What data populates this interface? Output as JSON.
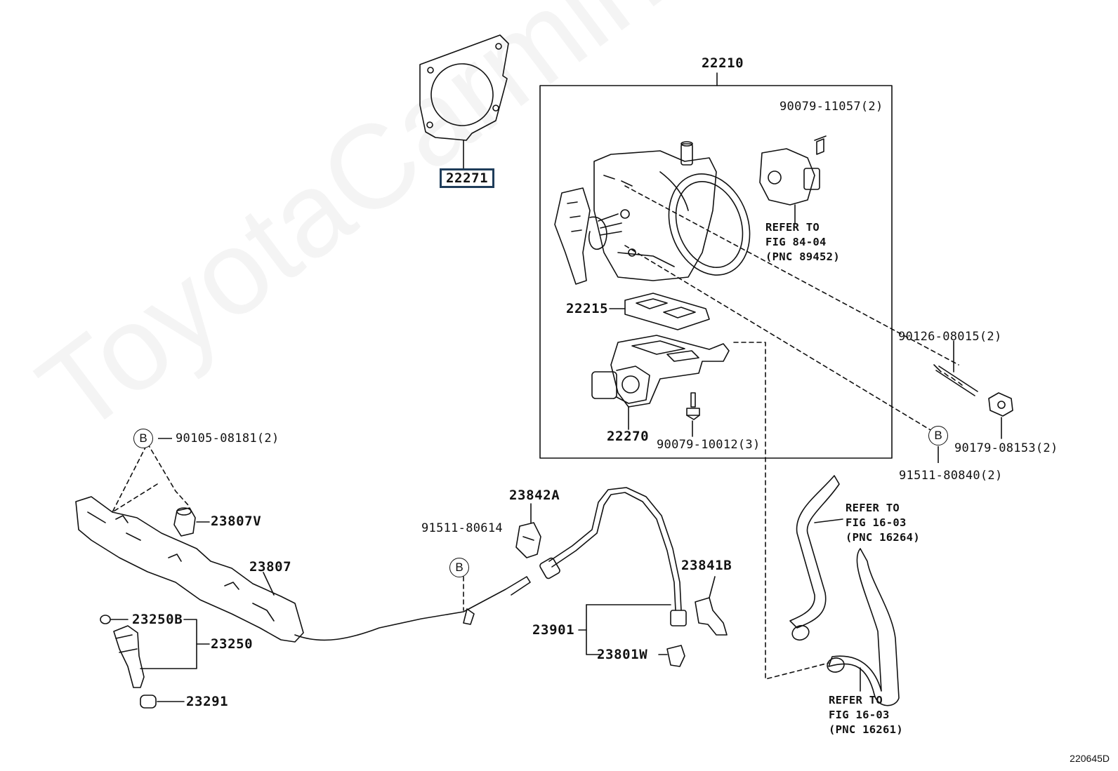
{
  "watermark": "ToyotaCarmine.ru",
  "figure_id": "220645D",
  "labels": {
    "p22271": "22271",
    "p22210": "22210",
    "p90079_11057": "90079-11057(2)",
    "p22215": "22215",
    "p22270": "22270",
    "p90079_10012": "90079-10012(3)",
    "p90126_08015": "90126-08015(2)",
    "p90179_08153": "90179-08153(2)",
    "p91511_80840": "91511-80840(2)",
    "p90105_08181": "90105-08181(2)",
    "p23807V": "23807V",
    "p23807": "23807",
    "p23250B": "23250B",
    "p23250": "23250",
    "p23291": "23291",
    "p23842A": "23842A",
    "p91511_80614": "91511-80614",
    "p23841B": "23841B",
    "p23901": "23901",
    "p23801W": "23801W"
  },
  "ref_notes": {
    "tps": [
      "REFER TO",
      "FIG 84-04",
      "(PNC 89452)"
    ],
    "hose_upper": [
      "REFER TO",
      "FIG 16-03",
      "(PNC 16264)"
    ],
    "hose_lower": [
      "REFER TO",
      "FIG 16-03",
      "(PNC 16261)"
    ]
  },
  "circle_letter": "B",
  "highlight_color": "#1f3d5a"
}
